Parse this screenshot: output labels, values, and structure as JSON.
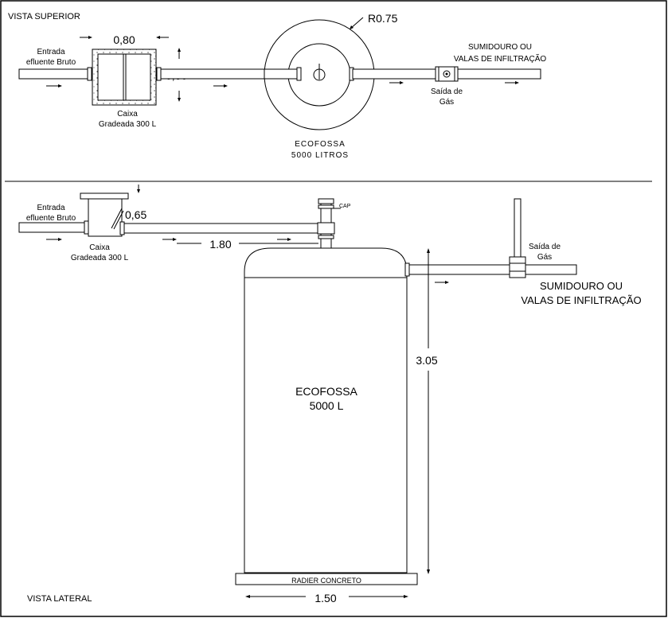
{
  "top_view": {
    "title": "VISTA SUPERIOR",
    "inlet_label": [
      "Entrada",
      "efluente Bruto"
    ],
    "box_width_dim": "0,80",
    "box_depth_dim": "0,60",
    "box_label": [
      "Caixa",
      "Gradeada 300 L"
    ],
    "tank_radius_dim": "R0.75",
    "tank_label": [
      "ECOFOSSA",
      "5000 LITROS"
    ],
    "gas_vent_label": [
      "Saída de",
      "Gás"
    ],
    "outlet_label": [
      "SUMIDOURO OU",
      "VALAS DE INFILTRAÇÃO"
    ]
  },
  "side_view": {
    "title": "VISTA LATERAL",
    "inlet_label": [
      "Entrada",
      "efluente Bruto"
    ],
    "box_height_dim": "0,65",
    "box_label": [
      "Caixa",
      "Gradeada 300 L"
    ],
    "pipe_length_dim": "1.80",
    "cap_label": "CAP",
    "gas_vent_label": [
      "Saída de",
      "Gás"
    ],
    "outlet_label": [
      "SUMIDOURO OU",
      "VALAS DE INFILTRAÇÃO"
    ],
    "tank_label": [
      "ECOFOSSA",
      "5000 L"
    ],
    "tank_height_dim": "3.05",
    "slab_label": "RADIER CONCRETO",
    "tank_width_dim": "1.50"
  }
}
